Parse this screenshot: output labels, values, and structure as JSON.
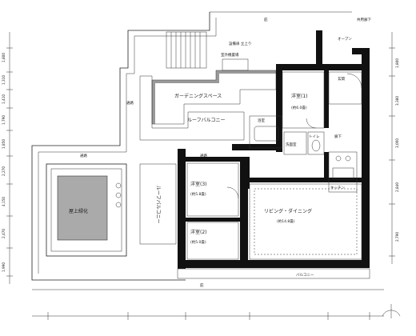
{
  "rooms": {
    "bed1": "洋室(1)",
    "bed1_size": "(約6.0畳)",
    "bed2": "洋室(3)",
    "bed2_size": "(約5.8畳)",
    "bed3": "洋室(2)",
    "bed3_size": "(約5.0畳)",
    "ldk": "リビング・ダイニング",
    "ldk_size": "(約14.8畳)",
    "kitchen": "キッチン",
    "hall": "廊下",
    "entrance": "玄関",
    "bath": "浴室",
    "washroom": "洗面室",
    "toilet": "トイレ"
  },
  "outdoor": {
    "gardening_space": "ガーデニングスペース",
    "roof_balcony_upper": "ルーフバルコニー",
    "roof_balcony_left": "ルーフバルコニー",
    "balcony": "バルコニー",
    "aisle_top": "通路",
    "aisle_left": "通路",
    "aisle_mid": "通路",
    "pool": "屋上緑化",
    "open_corridor": "オープン",
    "stairs_up": "設備扉 立上り",
    "pipe": "室外機置場",
    "public_corridor": "共用廊下",
    "eave_top": "庇",
    "eave_bottom": "庇"
  },
  "dimensions_left": [
    "1,800",
    "1,310",
    "1,410",
    "1,790",
    "1,850",
    "2,270",
    "4,150",
    "2,470",
    "1,990"
  ],
  "dimensions_right": [
    "1,800",
    "3,380",
    "3,060",
    "2,840",
    "2,790"
  ]
}
